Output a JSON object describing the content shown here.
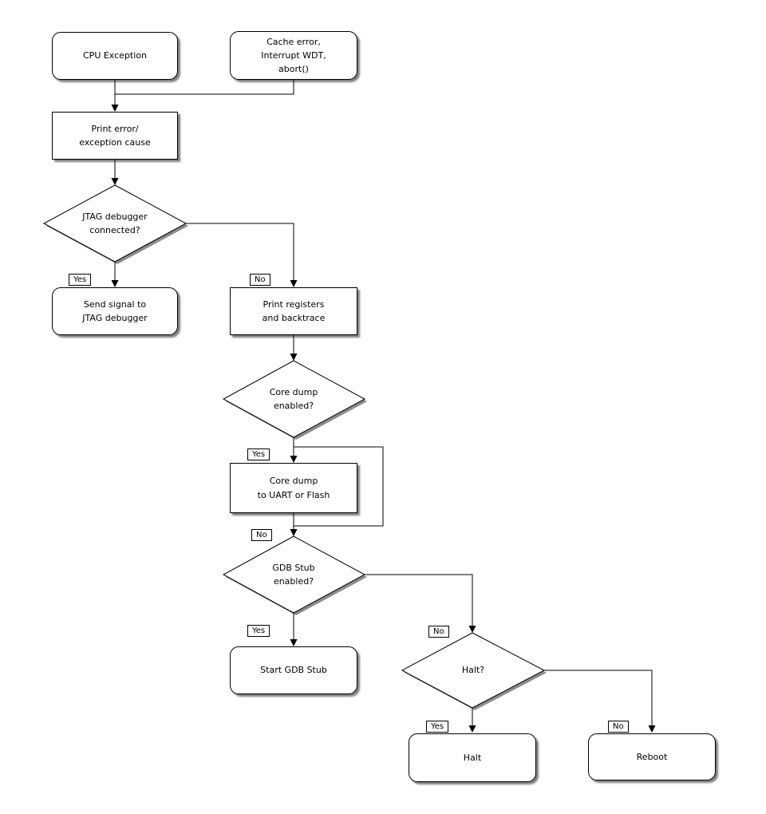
{
  "diagram": {
    "type": "flowchart",
    "background": "#ffffff",
    "line_color": "#000000",
    "node_fill": "#ffffff",
    "nodes": {
      "cpu_exception": "CPU Exception",
      "cache_error": "Cache error,\nInterrupt WDT,\nabort()",
      "print_error": "Print error/\nexception cause",
      "jtag_connected": "JTAG debugger\nconnected?",
      "send_signal_jtag": "Send signal to\nJTAG debugger",
      "print_registers": "Print registers\nand backtrace",
      "core_dump_enabled": "Core dump\nenabled?",
      "core_dump_uart_flash": "Core dump\nto UART or Flash",
      "gdb_stub_enabled": "GDB Stub\nenabled?",
      "start_gdb_stub": "Start GDB Stub",
      "halt_question": "Halt?",
      "halt": "Halt",
      "reboot": "Reboot"
    },
    "edges": [
      {
        "from": "cpu_exception",
        "to": "print_error",
        "label": ""
      },
      {
        "from": "cache_error",
        "to": "print_error",
        "label": ""
      },
      {
        "from": "print_error",
        "to": "jtag_connected",
        "label": ""
      },
      {
        "from": "jtag_connected",
        "to": "send_signal_jtag",
        "label": "Yes"
      },
      {
        "from": "jtag_connected",
        "to": "print_registers",
        "label": "No"
      },
      {
        "from": "print_registers",
        "to": "core_dump_enabled",
        "label": ""
      },
      {
        "from": "core_dump_enabled",
        "to": "core_dump_uart_flash",
        "label": "Yes"
      },
      {
        "from": "core_dump_enabled",
        "to": "gdb_stub_enabled",
        "label": "No"
      },
      {
        "from": "core_dump_uart_flash",
        "to": "gdb_stub_enabled",
        "label": ""
      },
      {
        "from": "gdb_stub_enabled",
        "to": "start_gdb_stub",
        "label": "Yes"
      },
      {
        "from": "gdb_stub_enabled",
        "to": "halt_question",
        "label": "No"
      },
      {
        "from": "halt_question",
        "to": "halt",
        "label": "Yes"
      },
      {
        "from": "halt_question",
        "to": "reboot",
        "label": "No"
      }
    ]
  }
}
